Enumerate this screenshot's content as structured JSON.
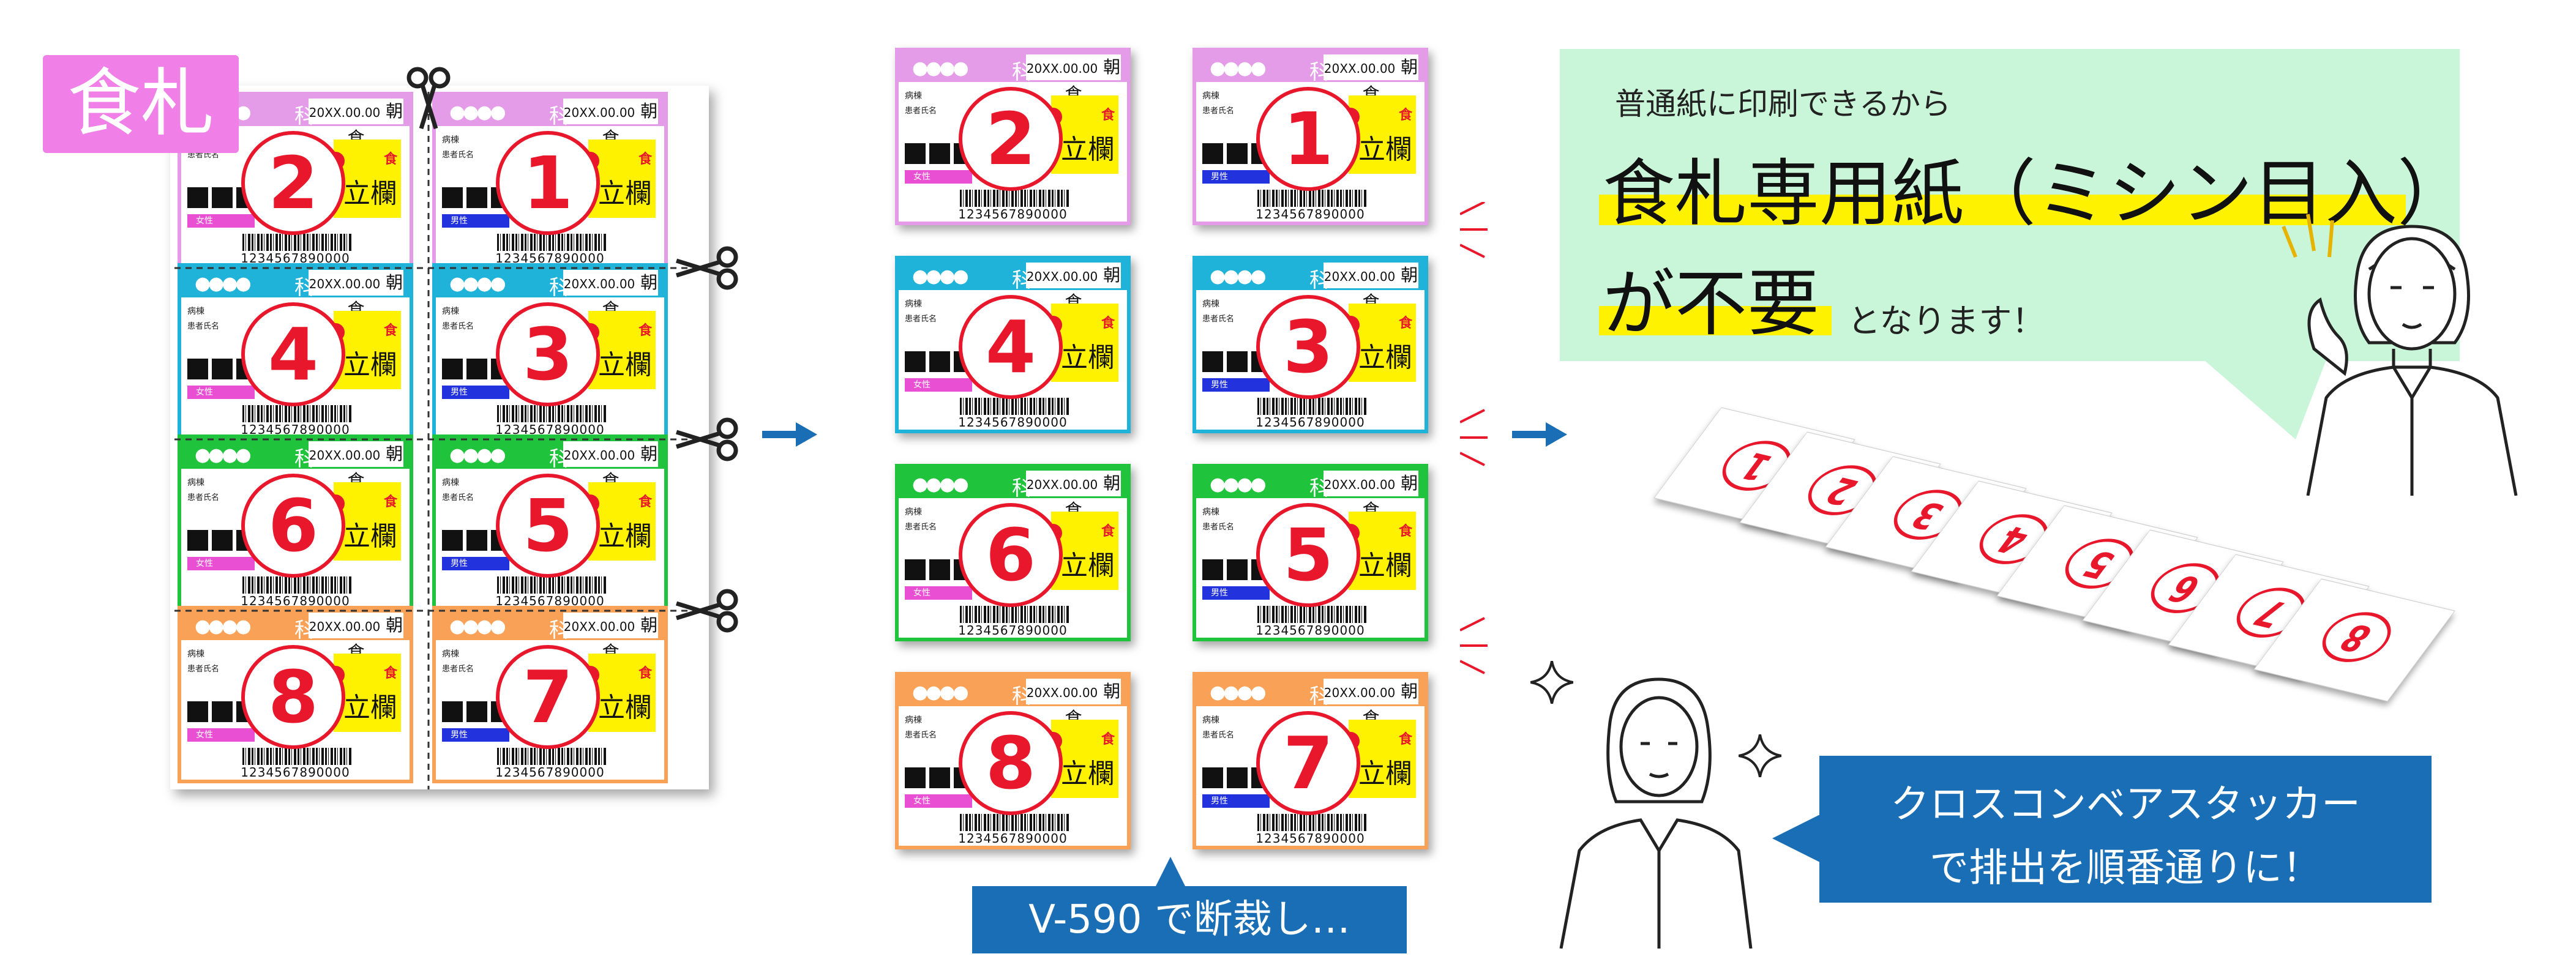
{
  "badge": "食札",
  "card": {
    "dots": "●●●●",
    "dept": "科",
    "date": "20XX.00.00",
    "meal_time": "朝食",
    "ward": "病棟",
    "patient_name": "患者氏名",
    "gender_female": "女性",
    "gender_male": "男性",
    "meal_mark": "食",
    "meal_kind": "立欄",
    "barcode_number": "1234567890000"
  },
  "colors": {
    "pink": "#e49ce9",
    "cyan": "#1fb3d9",
    "green": "#1fc43c",
    "orange": "#f9a257",
    "red": "#e8172b",
    "yellow": "#fff200",
    "blue": "#1a6eb5",
    "mint": "#c9f5d8",
    "badge": "#f07fe8"
  },
  "grid_rows": [
    {
      "color": "pink",
      "left": "2",
      "right": "1"
    },
    {
      "color": "cyan",
      "left": "4",
      "right": "3"
    },
    {
      "color": "green",
      "left": "6",
      "right": "5"
    },
    {
      "color": "orange",
      "left": "8",
      "right": "7"
    }
  ],
  "cutter_label": "V-590 で断裁し…",
  "callout": {
    "line1": "普通紙に印刷できるから",
    "line2": "食札専用紙（ミシン目入）",
    "line3": "が不要",
    "line4": "となります！"
  },
  "stacker": {
    "line1": "クロスコンベアスタッカー",
    "line2": "で排出を順番通りに！"
  },
  "stack_numbers": [
    "1",
    "2",
    "3",
    "4",
    "5",
    "6",
    "7",
    "8"
  ],
  "icons": [
    "scissors-icon",
    "arrow-right-icon",
    "sparkle-icon",
    "doctor-illustration"
  ]
}
